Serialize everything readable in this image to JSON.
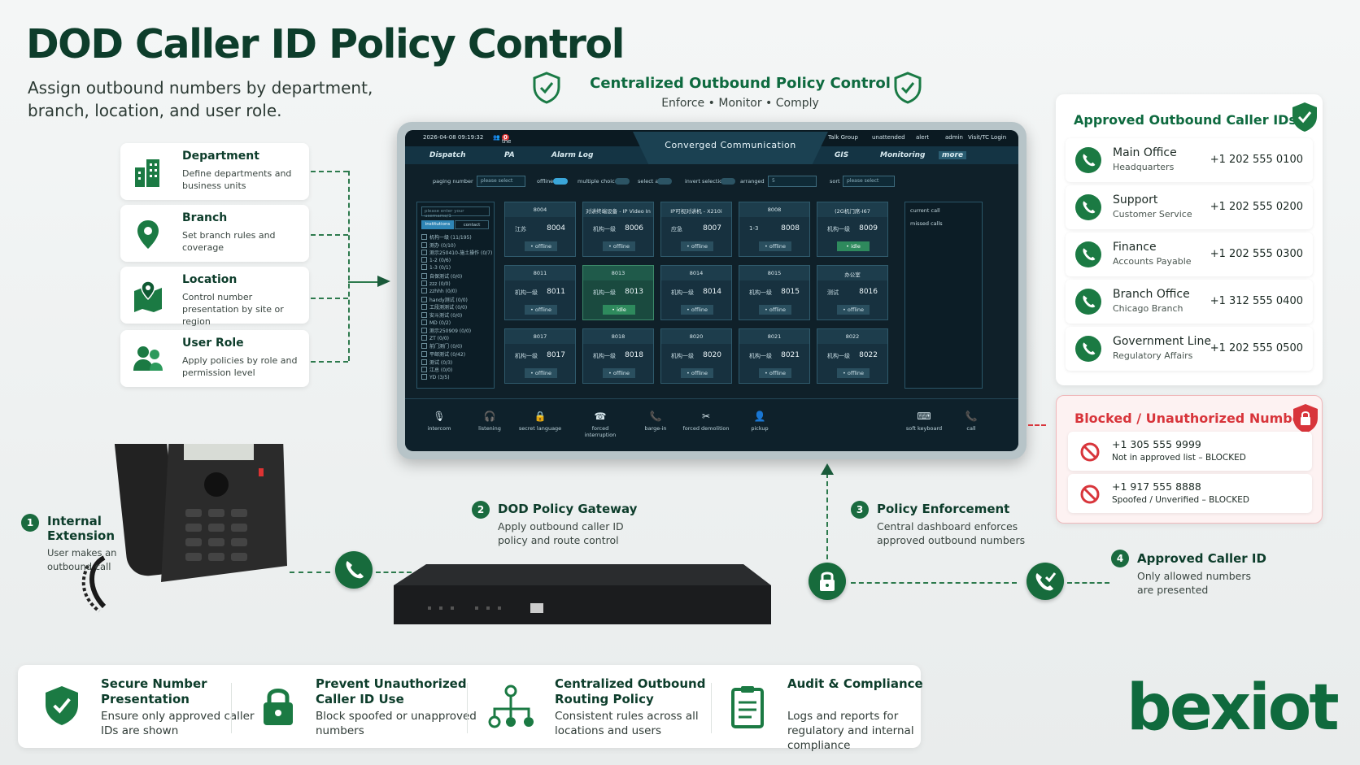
{
  "title": "DOD Caller ID Policy Control",
  "subtitle": "Assign outbound numbers by department, branch, location, and user role.",
  "central": {
    "title": "Centralized Outbound Policy Control",
    "enforce": "Enforce",
    "monitor": "Monitor",
    "comply": "Comply",
    "dot": "•"
  },
  "cards": [
    {
      "title": "Department",
      "desc": "Define departments and business units"
    },
    {
      "title": "Branch",
      "desc": "Set branch rules and coverage"
    },
    {
      "title": "Location",
      "desc": "Control number presentation by site or region"
    },
    {
      "title": "User Role",
      "desc": "Apply policies by role and permission level"
    }
  ],
  "screen": {
    "datetime": "2026-04-08 09:19:32",
    "queue": "the queue",
    "queue_count": "0",
    "talk_group": "Talk Group",
    "unattended": "unattended",
    "alert": "alert",
    "admin": "admin",
    "login": "Visit/TC Login",
    "tabs": {
      "dispatch": "Dispatch",
      "pa": "PA",
      "alarm": "Alarm Log",
      "center": "Converged Communication",
      "gis": "GIS",
      "monitoring": "Monitoring",
      "more": "more"
    },
    "filters": {
      "paging_number": "paging number",
      "please_select": "please select",
      "offline": "offline",
      "multiple_choices": "multiple choices",
      "select_all": "select all",
      "invert_selection": "invert selection",
      "arranged": "arranged",
      "arranged_value": "5",
      "sort": "sort",
      "sort_value": "please select"
    },
    "search_placeholder": "please enter your username/1",
    "side_tabs": {
      "institutions": "institutions",
      "contact": "contact"
    },
    "tree": [
      "机构一级 (11/195)",
      "测办 (0/10)",
      "测示250410-施土操作 (0/7)",
      "1-2 (0/6)",
      "1-3 (0/1)",
      "自保测试 (0/0)",
      "zzz (0/0)",
      "zzhhh (0/0)",
      "handy测试 (0/0)",
      "工段测测试 (0/0)",
      "安斗测试 (0/0)",
      "MD (0/2)",
      "测示250909 (0/0)",
      "ZT (0/0)",
      "前门测门 (0/0)",
      "平邮测试 (0/42)",
      "测试 (0/3)",
      "江总 (0/0)",
      "YD (3/5)"
    ],
    "tiles": [
      {
        "head": "8004",
        "mid": "江苏",
        "num": "8004",
        "status": "offline"
      },
      {
        "head": "对讲终端设备 - IP Video In",
        "mid": "机构一级",
        "num": "8006",
        "status": "offline"
      },
      {
        "head": "IP可视对讲机 - X210i",
        "mid": "应急",
        "num": "8007",
        "status": "offline"
      },
      {
        "head": "8008",
        "mid": "1-3",
        "num": "8008",
        "status": "offline"
      },
      {
        "head": "(2G机门席-I67",
        "mid": "机构一级",
        "num": "8009",
        "status": "idle"
      },
      {
        "head": "8011",
        "mid": "机构一级",
        "num": "8011",
        "status": "offline"
      },
      {
        "head": "8013",
        "mid": "机构一级",
        "num": "8013",
        "status": "idle"
      },
      {
        "head": "8014",
        "mid": "机构一级",
        "num": "8014",
        "status": "offline"
      },
      {
        "head": "8015",
        "mid": "机构一级",
        "num": "8015",
        "status": "offline"
      },
      {
        "head": "办公室",
        "mid": "测试",
        "num": "8016",
        "status": "offline"
      },
      {
        "head": "8017",
        "mid": "机构一级",
        "num": "8017",
        "status": "offline"
      },
      {
        "head": "8018",
        "mid": "机构一级",
        "num": "8018",
        "status": "offline"
      },
      {
        "head": "8020",
        "mid": "机构一级",
        "num": "8020",
        "status": "offline"
      },
      {
        "head": "8021",
        "mid": "机构一级",
        "num": "8021",
        "status": "offline"
      },
      {
        "head": "8022",
        "mid": "机构一级",
        "num": "8022",
        "status": "offline"
      }
    ],
    "right_panel": {
      "current": "current call",
      "missed": "missed calls"
    },
    "toolbar": [
      "intercom",
      "listening",
      "secret language",
      "forced interruption",
      "barge-in",
      "forced demolition",
      "pickup",
      "soft keyboard",
      "call"
    ]
  },
  "steps": [
    {
      "num": "1",
      "title": "Internal Extension",
      "desc": "User makes an outbound call"
    },
    {
      "num": "2",
      "title": "DOD Policy Gateway",
      "desc": "Apply outbound caller ID policy and route control"
    },
    {
      "num": "3",
      "title": "Policy Enforcement",
      "desc": "Central dashboard enforces approved outbound numbers"
    },
    {
      "num": "4",
      "title": "Approved Caller ID",
      "desc": "Only allowed numbers are presented"
    }
  ],
  "approved": {
    "title": "Approved Outbound Caller IDs",
    "rows": [
      {
        "name": "Main Office",
        "sub": "Headquarters",
        "number": "+1 202 555 0100"
      },
      {
        "name": "Support",
        "sub": "Customer Service",
        "number": "+1 202 555 0200"
      },
      {
        "name": "Finance",
        "sub": "Accounts Payable",
        "number": "+1 202 555 0300"
      },
      {
        "name": "Branch Office",
        "sub": "Chicago Branch",
        "number": "+1 312 555 0400"
      },
      {
        "name": "Government Line",
        "sub": "Regulatory Affairs",
        "number": "+1 202 555 0500"
      }
    ]
  },
  "blocked": {
    "title": "Blocked / Unauthorized Numbers",
    "rows": [
      {
        "number": "+1 305 555 9999",
        "status": "Not in approved list – BLOCKED"
      },
      {
        "number": "+1 917 555 8888",
        "status": "Spoofed / Unverified – BLOCKED"
      }
    ]
  },
  "features": [
    {
      "title": "Secure Number Presentation",
      "desc": "Ensure only approved caller IDs are shown"
    },
    {
      "title": "Prevent Unauthorized Caller ID Use",
      "desc": "Block spoofed or unapproved numbers"
    },
    {
      "title": "Centralized Outbound Routing Policy",
      "desc": "Consistent rules across all locations and users"
    },
    {
      "title": "Audit & Compliance",
      "desc": "Logs and reports for regulatory and internal compliance"
    }
  ],
  "logo": "bexiot",
  "colors": {
    "brand": "#0f6a3d",
    "accent": "#1b7a43",
    "blocked": "#d8353b",
    "screen_bg": "#0f2029"
  }
}
